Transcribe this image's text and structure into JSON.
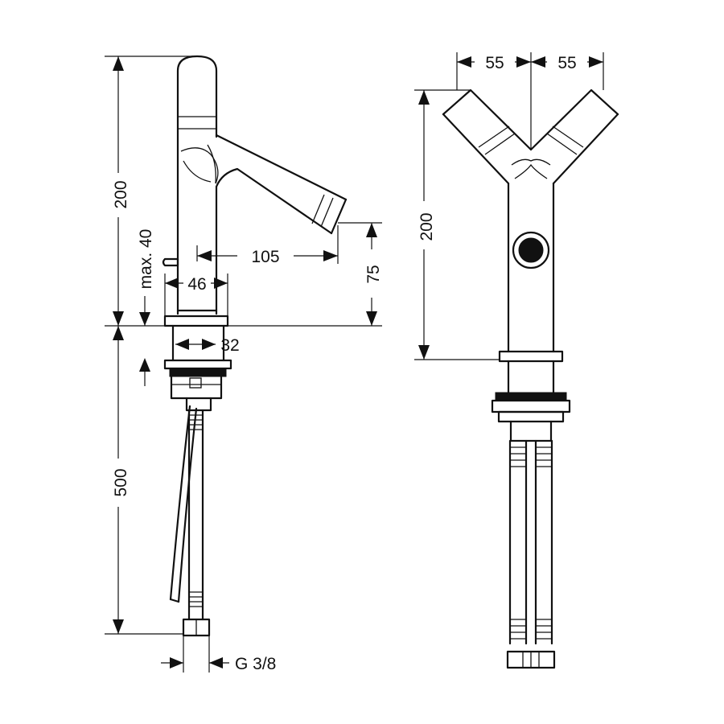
{
  "side_view": {
    "height_label": "200",
    "max_label": "max. 40",
    "spout_reach_label": "105",
    "body_width_label": "46",
    "base_width_label": "32",
    "spout_height_label": "75",
    "hose_length_label": "500",
    "thread_label": "G 3/8"
  },
  "front_view": {
    "left_width_label": "55",
    "right_width_label": "55",
    "height_label": "200"
  }
}
